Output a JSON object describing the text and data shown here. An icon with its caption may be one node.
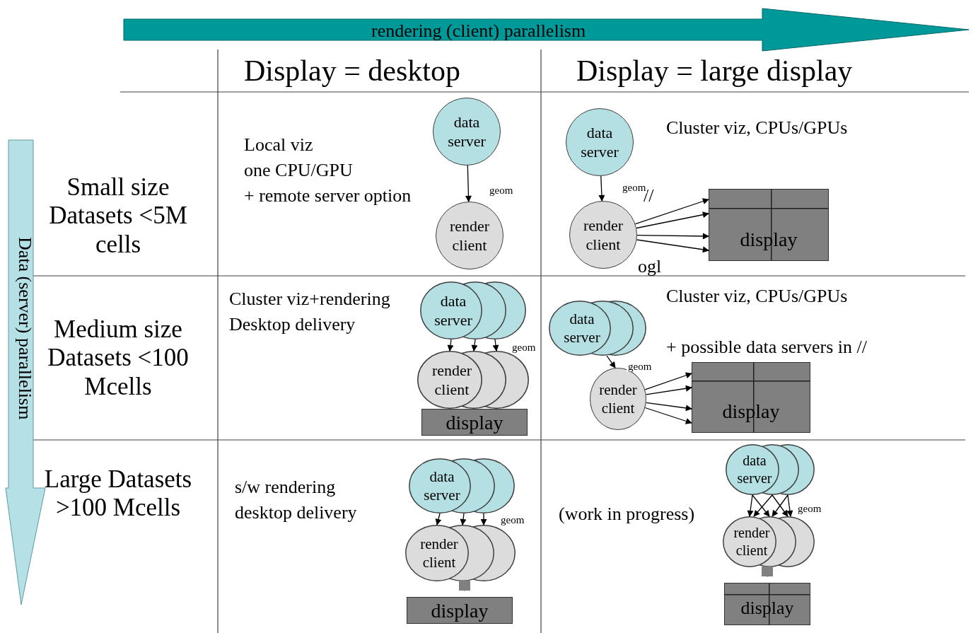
{
  "diagram": {
    "nodes": [
      {
        "text": [
          "data server"
        ]
      },
      {
        "text": [
          "render client"
        ]
      },
      {
        "text": [
          "data server"
        ]
      },
      {
        "text": [
          "render client"
        ]
      },
      {
        "text": [
          "display"
        ]
      },
      {
        "text": [
          "data server"
        ]
      },
      {
        "text": [
          "render client"
        ]
      },
      {
        "text": [
          "display"
        ]
      },
      {
        "text": [
          "data server"
        ]
      },
      {
        "text": [
          "render client"
        ]
      },
      {
        "text": [
          "display"
        ]
      },
      {
        "text": [
          "data server"
        ]
      },
      {
        "text": [
          "render client"
        ]
      },
      {
        "text": [
          "display"
        ]
      },
      {
        "text": [
          "data server"
        ]
      },
      {
        "text": [
          "render client"
        ]
      },
      {
        "text": [
          "display"
        ]
      }
    ],
    "edges": [
      {
        "from": 0,
        "to": 1,
        "arrow": "to",
        "label": "geom"
      },
      {
        "from": 2,
        "to": 3,
        "arrow": "to",
        "label": "geom"
      },
      {
        "from": 3,
        "to": 4,
        "arrow": "to"
      },
      {
        "from": 3,
        "to": 4,
        "arrow": "to"
      },
      {
        "from": 3,
        "to": 4,
        "arrow": "to"
      },
      {
        "from": 3,
        "to": 4,
        "arrow": "to"
      },
      {
        "from": 5,
        "to": 6,
        "arrow": "to"
      },
      {
        "from": 5,
        "to": 6,
        "arrow": "to"
      },
      {
        "from": 5,
        "to": 6,
        "arrow": "to",
        "label": "geom"
      },
      {
        "from": 8,
        "to": 9,
        "arrow": "to",
        "label": "geom"
      },
      {
        "from": 9,
        "to": 10,
        "arrow": "to"
      },
      {
        "from": 9,
        "to": 10,
        "arrow": "to"
      },
      {
        "from": 9,
        "to": 10,
        "arrow": "to"
      },
      {
        "from": 9,
        "to": 10,
        "arrow": "to"
      },
      {
        "from": 11,
        "to": 12,
        "arrow": "to"
      },
      {
        "from": 11,
        "to": 12,
        "arrow": "to"
      },
      {
        "from": 11,
        "to": 12,
        "arrow": "to",
        "label": "geom"
      },
      {
        "from": 12,
        "to": 13,
        "arrow": "to",
        "style": "thick",
        "color": "#808080"
      },
      {
        "from": 14,
        "to": 15,
        "arrow": "to"
      },
      {
        "from": 14,
        "to": 15,
        "arrow": "to"
      },
      {
        "from": 14,
        "to": 15,
        "arrow": "to"
      },
      {
        "from": 14,
        "to": 15,
        "arrow": "to"
      },
      {
        "from": 14,
        "to": 15,
        "arrow": "to"
      },
      {
        "from": 14,
        "to": 15,
        "arrow": "to",
        "label": "geom"
      },
      {
        "from": 15,
        "to": 16,
        "arrow": "to",
        "style": "thick",
        "color": "#808080"
      }
    ],
    "labels": [
      "rendering (client) parallelism",
      "Data (server) parallelism",
      "Display = desktop",
      "Display = large display",
      "Small size Datasets <5M cells",
      "Local viz",
      "one CPU/GPU",
      "+ remote server option",
      "Cluster viz, CPUs/GPUs",
      "//",
      "ogl",
      "Medium size Datasets <100 Mcells",
      "Cluster viz+rendering",
      "Desktop delivery",
      "Cluster viz, CPUs/GPUs",
      "+ possible data servers in //",
      "Large Datasets >100 Mcells",
      "s/w rendering",
      "desktop delivery",
      "(work in progress)"
    ]
  }
}
